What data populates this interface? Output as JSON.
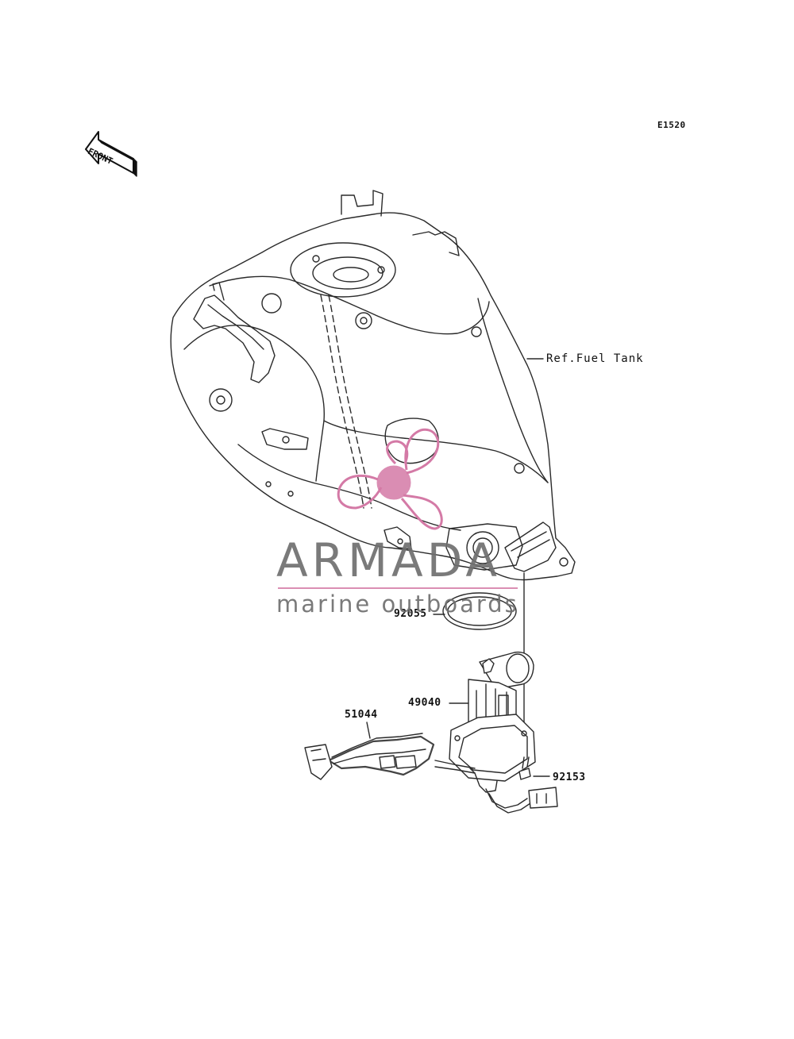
{
  "figure_code": "E1520",
  "front_marker": "FRONT",
  "reference_label": "Ref.Fuel Tank",
  "parts": [
    {
      "number": "92055"
    },
    {
      "number": "49040"
    },
    {
      "number": "51044"
    },
    {
      "number": "92153"
    }
  ],
  "watermark": {
    "title": "ARMADA",
    "subtitle": "marine outboards",
    "color": "#d47aa6"
  },
  "colors": {
    "line": "#2a2a2a",
    "fill": "#ffffff"
  }
}
